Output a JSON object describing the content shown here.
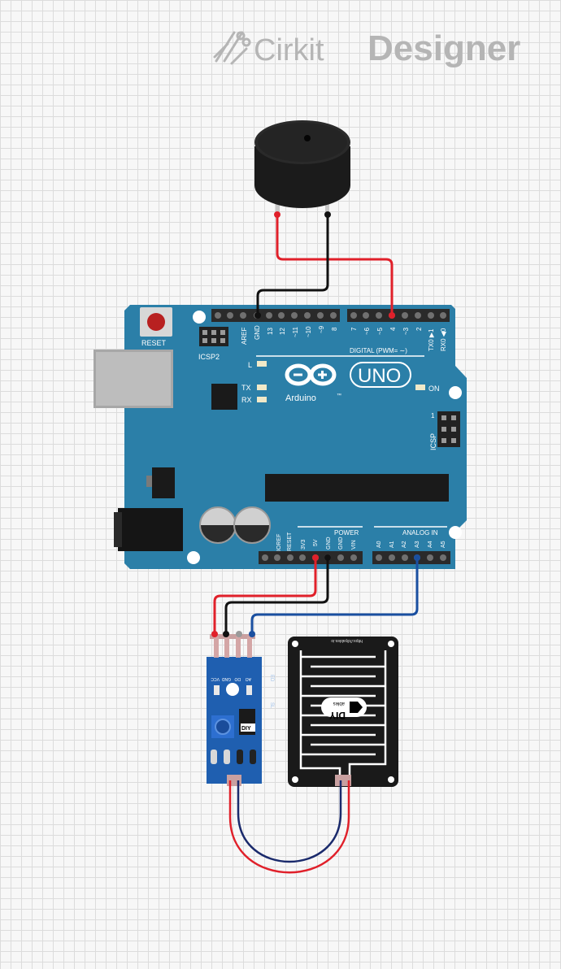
{
  "brand": {
    "name_part1": "Cirkit",
    "name_part2": "Designer"
  },
  "arduino": {
    "reset_label": "RESET",
    "icsp2_label": "ICSP2",
    "icsp_label": "ICSP",
    "icsp_pin_one": "1",
    "digital_header": [
      "AREF",
      "GND",
      "13",
      "12",
      "~11",
      "~10",
      "~9",
      "8"
    ],
    "digital_header2": [
      "7",
      "~6",
      "~5",
      "4",
      "~3",
      "2",
      "TX0 ▶1",
      "RX0 ◀0"
    ],
    "digital_label": "DIGITAL (PWM= ∼)",
    "led_l": "L",
    "led_tx": "TX",
    "led_rx": "RX",
    "led_on": "ON",
    "logo_text": "Arduino",
    "model": "UNO",
    "tm": "™",
    "power_label": "POWER",
    "analog_label": "ANALOG IN",
    "power_pins": [
      "IOREF",
      "RESET",
      "3V3",
      "5V",
      "GND",
      "GND",
      "VIN"
    ],
    "analog_pins": [
      "A0",
      "A1",
      "A2",
      "A3",
      "A4",
      "A5"
    ]
  },
  "sensor_module": {
    "pin_labels": [
      "VCC",
      "GND",
      "DO",
      "AO"
    ],
    "side_label_1": "ED",
    "side_label_2": "SL",
    "brand_badge": "DIY"
  },
  "rain_plate": {
    "url_text": "https://diyables.io",
    "brand_badge": "DIY",
    "brand_sub": "ables"
  },
  "colors": {
    "board": "#2b7fa8",
    "wire_red": "#e0202a",
    "wire_black": "#111111",
    "wire_blue": "#1a4fa0",
    "wire_gray": "#9a9a9a"
  }
}
